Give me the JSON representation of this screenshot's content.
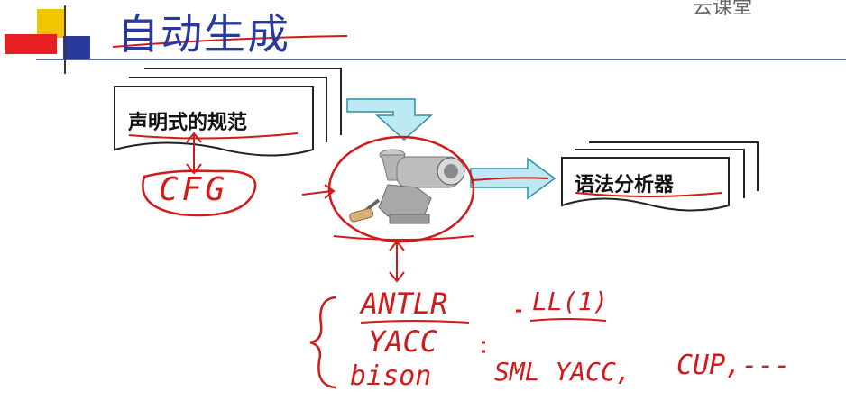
{
  "slide": {
    "title": "自动生成",
    "watermark": "云课堂"
  },
  "diagram": {
    "input_doc": "声明式的规范",
    "output_doc": "语法分析器",
    "machine_icon": "meat-grinder-icon"
  },
  "annotations": {
    "cfg": "CFG",
    "tool1": "ANTLR",
    "tool1_note": "LL(1)",
    "tool2": "YACC",
    "tool3": "bison",
    "tool4": "SML YACC,",
    "tool5": "CUP,---"
  },
  "colors": {
    "title": "#2a3a9c",
    "ink": "#d11a1a",
    "arrow_fill": "#bfe9f2",
    "arrow_stroke": "#2a8fa8"
  }
}
